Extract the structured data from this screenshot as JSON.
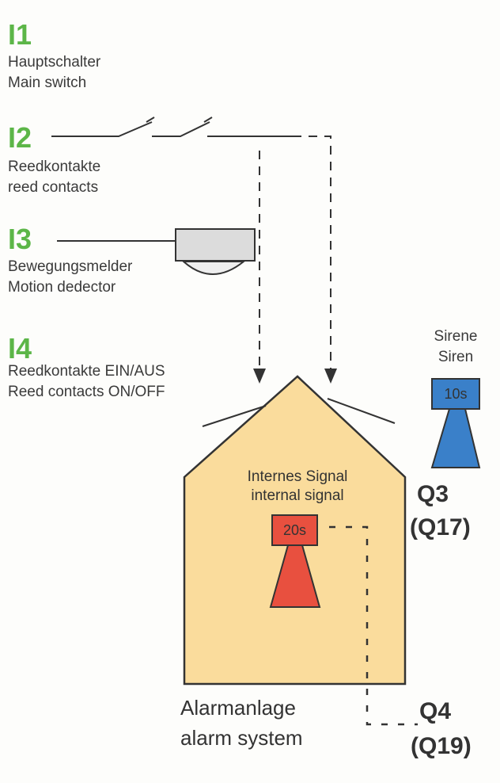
{
  "inputs": [
    {
      "id": "I1",
      "line1": "Hauptschalter",
      "line2": "Main switch"
    },
    {
      "id": "I2",
      "line1": "Reedkontakte",
      "line2": "reed contacts"
    },
    {
      "id": "I3",
      "line1": "Bewegungsmelder",
      "line2": "Motion dedector"
    },
    {
      "id": "I4",
      "line1": "Reedkontakte EIN/AUS",
      "line2": "Reed contacts ON/OFF"
    }
  ],
  "siren": {
    "line1": "Sirene",
    "line2": "Siren",
    "timer": "10s",
    "output": "Q3",
    "output_alt": "(Q17)"
  },
  "internal": {
    "line1": "Internes Signal",
    "line2": "internal signal",
    "timer": "20s",
    "output": "Q4",
    "output_alt": "(Q19)"
  },
  "house": {
    "line1": "Alarmanlage",
    "line2": "alarm system"
  },
  "colors": {
    "input_green": "#5cb648",
    "house_fill": "#fadc9c",
    "siren_blue": "#3a80c9",
    "internal_red": "#e8503f"
  }
}
